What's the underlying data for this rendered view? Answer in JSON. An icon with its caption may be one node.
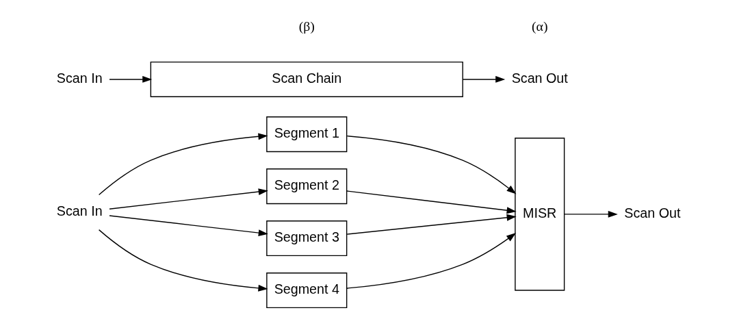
{
  "diagram": {
    "nodes": [
      {
        "text": [
          "Scan In"
        ]
      },
      {
        "text": [
          "Segment 1"
        ]
      },
      {
        "text": [
          "Segment 2"
        ]
      },
      {
        "text": [
          "Segment 3"
        ]
      },
      {
        "text": [
          "Segment 4"
        ]
      },
      {
        "text": [
          "MISR"
        ]
      },
      {
        "text": [
          "Scan Out"
        ]
      },
      {
        "text": [
          "Scan In"
        ]
      },
      {
        "text": [
          "Scan Chain"
        ]
      },
      {
        "text": [
          "Scan Out"
        ]
      }
    ],
    "edges": [
      {
        "from": 0,
        "to": 1,
        "arrow": "to"
      },
      {
        "from": 0,
        "to": 2,
        "arrow": "to"
      },
      {
        "from": 0,
        "to": 3,
        "arrow": "to"
      },
      {
        "from": 0,
        "to": 4,
        "arrow": "to"
      },
      {
        "from": 1,
        "to": 5,
        "arrow": "to"
      },
      {
        "from": 2,
        "to": 5,
        "arrow": "to"
      },
      {
        "from": 3,
        "to": 5,
        "arrow": "to"
      },
      {
        "from": 4,
        "to": 5,
        "arrow": "to"
      },
      {
        "from": 5,
        "to": 6,
        "arrow": "to"
      },
      {
        "from": 7,
        "to": 8,
        "arrow": "to"
      },
      {
        "from": 8,
        "to": 9,
        "arrow": "to"
      }
    ],
    "labels": [
      "(α)",
      "(β)"
    ]
  }
}
